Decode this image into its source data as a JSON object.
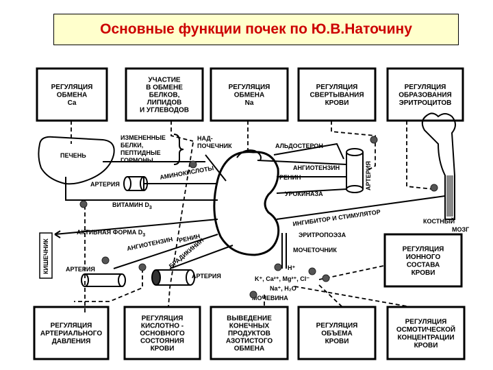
{
  "title": "Основные функции почек по Ю.В.Наточину",
  "top_boxes": [
    [
      "РЕГУЛЯЦИЯ",
      "ОБМЕНА",
      "Ca"
    ],
    [
      "УЧАСТИЕ",
      "В ОБМЕНЕ",
      "БЕЛКОВ,",
      "ЛИПИДОВ",
      "И УГЛЕВОДОВ"
    ],
    [
      "РЕГУЛЯЦИЯ",
      "ОБМЕНА",
      "Na"
    ],
    [
      "РЕГУЛЯЦИЯ",
      "СВЕРТЫВАНИЯ",
      "КРОВИ"
    ],
    [
      "РЕГУЛЯЦИЯ",
      "ОБРАЗОВАНИЯ",
      "ЭРИТРОЦИТОВ"
    ]
  ],
  "bottom_boxes": [
    [
      "РЕГУЛЯЦИЯ",
      "АРТЕРИАЛЬНОГО",
      "ДАВЛЕНИЯ"
    ],
    [
      "РЕГУЛЯЦИЯ",
      "КИСЛОТНО -",
      "ОСНОВНОГО",
      "СОСТОЯНИЯ",
      "КРОВИ"
    ],
    [
      "ВЫВЕДЕНИЕ",
      "КОНЕЧНЫХ",
      "ПРОДУКТОВ",
      "АЗОТИСТОГО",
      "ОБМЕНА"
    ],
    [
      "РЕГУЛЯЦИЯ",
      "ОБЪЕМА",
      "КРОВИ"
    ],
    [
      "РЕГУЛЯЦИЯ",
      "ОСМОТИЧЕСКОЙ",
      "КОНЦЕНТРАЦИИ",
      "КРОВИ"
    ]
  ],
  "ion_box": [
    "РЕГУЛЯЦИЯ",
    "ИОННОГО",
    "СОСТАВА",
    "КРОВИ"
  ],
  "changed_list": [
    "ИЗМЕНЕННЫЕ",
    "БЕЛКИ,",
    "ПЕПТИДНЫЕ",
    "ГОРМОНЫ"
  ],
  "labels": {
    "liver": "ПЕЧЕНЬ",
    "artery_left": "АРТЕРИЯ",
    "adrenal": "НАД-",
    "adrenal2": "ПОЧЕЧНИК",
    "aldosterone": "АЛЬДОСТЕРОН",
    "angiotensin_r": "АНГИОТЕНЗИН",
    "renin_r": "РЕНИН",
    "artery_right": "АРТЕРИЯ",
    "amino": "АМИНОКИСЛОТЫ",
    "vitamin": "ВИТАМИН D",
    "vitamin_sub": "3",
    "urokinase": "УРОКИНАЗА",
    "active_form": "АКТИВНАЯ  ФОРМА  D",
    "active_sub": "3",
    "inhibitor": "ИНГИБИТОР  И  СТИМУЛЯТОР",
    "erythropoiesis": "ЭРИТРОПОЭЗА",
    "bone1": "КОСТНЫЙ",
    "bone2": "МОЗГ",
    "intestine": "КИШЕЧНИК",
    "angiotensin_l": "АНГИОТЕНЗИН",
    "renin_l": "РЕНИН",
    "bradykinin": "БРАДИКИНИН",
    "artery_bl": "АРТЕРИЯ",
    "artery_bm": "АРТЕРИЯ",
    "ureter": "МОЧЕТОЧНИК",
    "ions1": "H⁺",
    "ions2": "K⁺, Ca²⁺, Mg²⁺, Cl⁻",
    "ions3": "Na⁺, H₂O",
    "urea": "МОЧЕВИНА"
  }
}
